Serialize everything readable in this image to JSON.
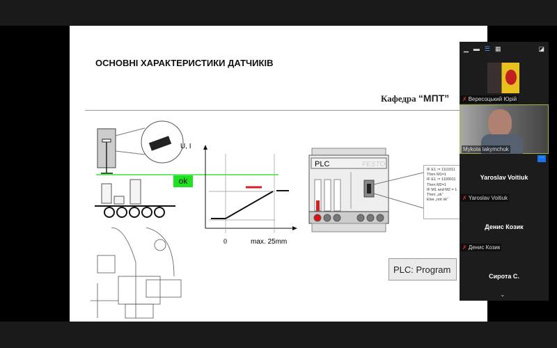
{
  "slide": {
    "title": "ОСНОВНІ ХАРАКТЕРИСТИКИ  ДАТЧИКІВ",
    "dept_prefix": "Кафедра ",
    "dept_name": "“МПТ”",
    "ok_label": "ok",
    "graph_ylabel": "U, I",
    "graph_x0": "0",
    "graph_xmax": "max. 25mm",
    "plc_label": "PLC",
    "plc_brand": "FESTO",
    "code": "IF E1 := 1111011\nThen M1=1\nIF E1 := 1100011\nThen M2=1\nIF M1 and M2 = 1\nThen „ok“\nElse „not ok“",
    "program_box": "PLC: Program"
  },
  "panel": {
    "participants": [
      {
        "name": "Вересоцький Юрій",
        "muted": true
      },
      {
        "name": "Mykola Iakymchuk",
        "muted": false,
        "active": true
      },
      {
        "name": "Yaroslav Voitiuk",
        "muted": true
      },
      {
        "name": "Денис Козик",
        "muted": true
      },
      {
        "name": "Сирота С.",
        "muted": true
      }
    ],
    "more_label": "···"
  },
  "colors": {
    "accent": "#1a73e8",
    "ok_green": "#22e022",
    "mark_red": "#d42020"
  }
}
